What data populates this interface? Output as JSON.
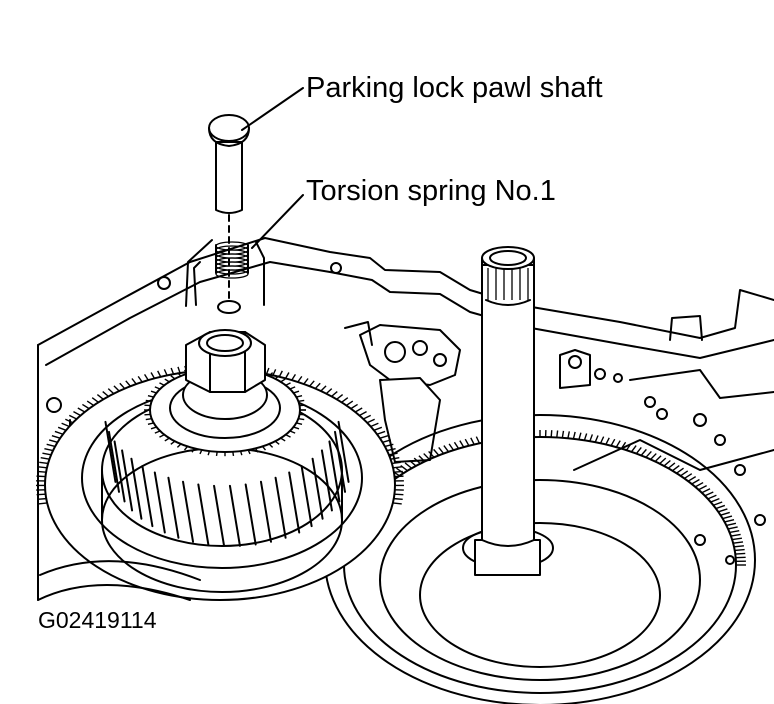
{
  "labels": {
    "parking_lock_pawl_shaft": "Parking lock pawl shaft",
    "torsion_spring": "Torsion spring No.1",
    "figure_code": "G02419114"
  },
  "colors": {
    "ink": "#000000",
    "paper": "#ffffff"
  }
}
